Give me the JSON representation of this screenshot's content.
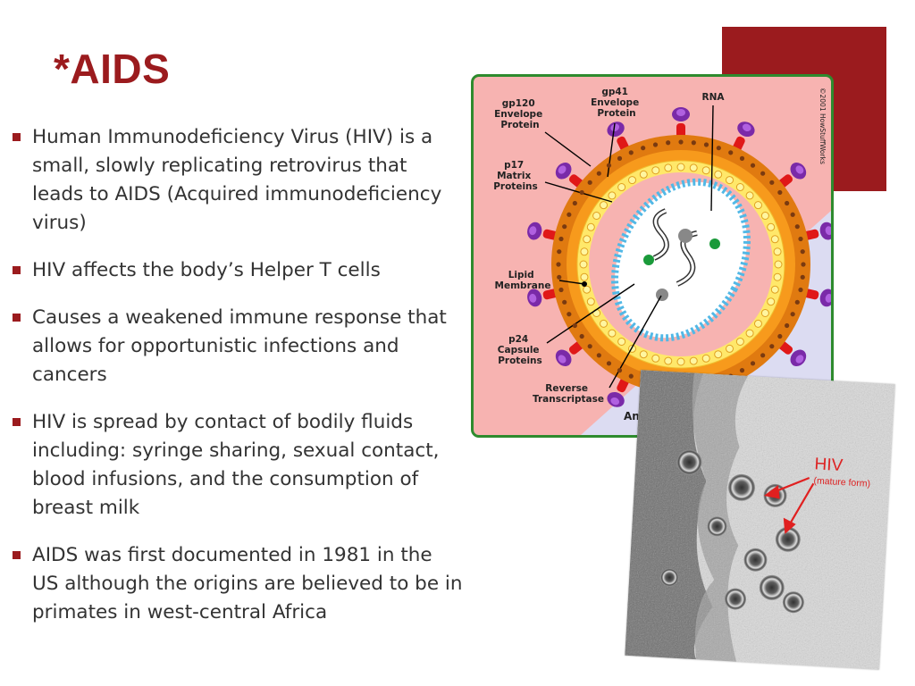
{
  "slide": {
    "title": "*AIDS",
    "accent_color": "#9b1b1e",
    "bullets": [
      "Human Immunodeficiency Virus (HIV) is a small, slowly replicating retrovirus that leads to AIDS (Acquired immunodeficiency virus)",
      "HIV affects the body’s Helper T cells",
      "Causes a weakened immune response that allows for opportunistic infections and cancers",
      "HIV is spread by contact of bodily fluids including: syringe sharing, sexual contact, blood infusions, and the consumption of breast milk",
      "AIDS was first documented in 1981 in the US although the origins are believed to be in primates in west-central Africa"
    ]
  },
  "diagram": {
    "labels": {
      "gp120": [
        "gp120",
        "Envelope",
        "Protein"
      ],
      "gp41": [
        "gp41",
        "Envelope",
        "Protein"
      ],
      "rna": "RNA",
      "p17": [
        "p17",
        "Matrix",
        "Proteins"
      ],
      "lipid": [
        "Lipid",
        "Membrane"
      ],
      "p24": [
        "p24",
        "Capsule",
        "Proteins"
      ],
      "rt": [
        "Reverse",
        "Transcriptase"
      ],
      "anatomy": "Anato",
      "copyright": "©2001 HowStuffWorks"
    }
  },
  "photo": {
    "label": "HIV",
    "sublabel": "(mature form)"
  }
}
